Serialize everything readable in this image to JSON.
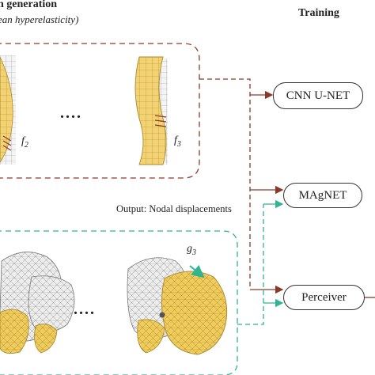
{
  "header": {
    "left_title": "n generation",
    "left_subtitle": "ean hyperelasticity)",
    "right_title": "Training"
  },
  "models": [
    {
      "label": "CNN U-NET"
    },
    {
      "label": "MAgNET"
    },
    {
      "label": "Perceiver"
    }
  ],
  "output_label": "Output: Nodal displacements",
  "ellipsis_top": "....",
  "ellipsis_bottom": "....",
  "force_labels": {
    "f2": "f",
    "f2_sub": "2",
    "f3": "f",
    "f3_sub": "3",
    "g3": "g",
    "g3_sub": "3"
  },
  "colors": {
    "red_dashed": "#8b3a2a",
    "teal_dashed": "#2fb58f",
    "mesh_yellow": "#f2d272",
    "mesh_line": "#a88a2a",
    "mesh_grey": "#e8e8e8"
  }
}
